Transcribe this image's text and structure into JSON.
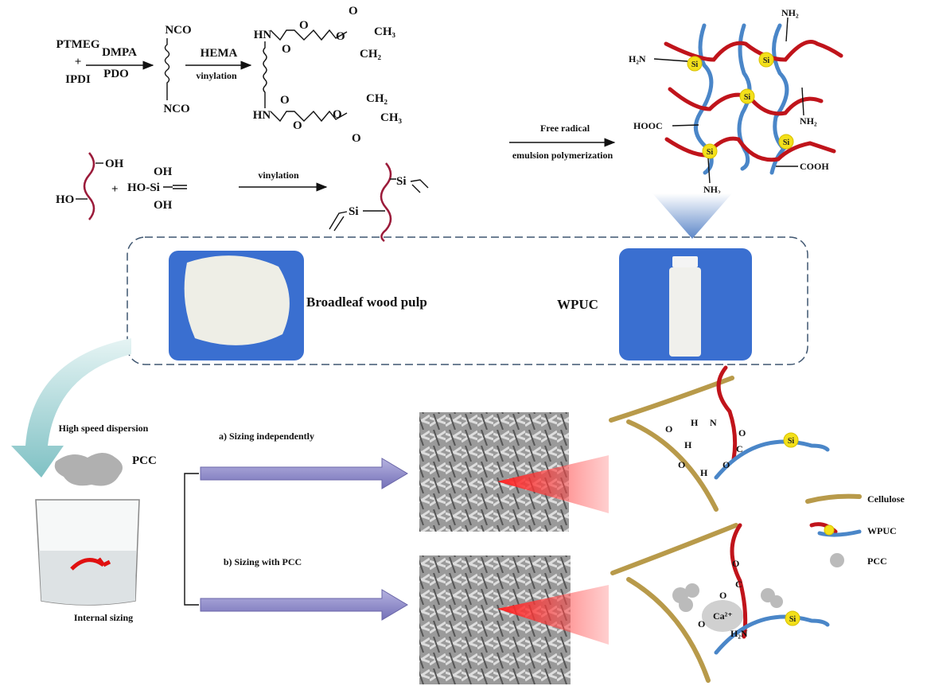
{
  "scheme": {
    "reactant1": "PTMEG",
    "plus": "+",
    "reactant2": "IPDI",
    "step1_top": "DMPA",
    "step1_bottom": "PDO",
    "nco": "NCO",
    "step2_top": "HEMA",
    "step2_bottom": "vinylation",
    "hn": "HN",
    "o": "O",
    "ch3": "CH₃",
    "ch2": "CH₂",
    "step3_top": "Free radical",
    "step3_bottom": "emulsion polymerization",
    "oh": "OH",
    "ho": "HO",
    "ho_si": "HO-Si",
    "vinylation": "vinylation",
    "si": "Si"
  },
  "network": {
    "nh2": "NH₂",
    "h2n": "H₂N",
    "hooc": "HOOC",
    "cooh": "COOH",
    "si": "Si"
  },
  "materials": {
    "pulp_label": "Broadleaf wood pulp",
    "wpuc_label": "WPUC"
  },
  "process": {
    "dispersion": "High speed dispersion",
    "pcc": "PCC",
    "internal_sizing": "Internal sizing",
    "route_a": "a) Sizing independently",
    "route_b": "b) Sizing with PCC"
  },
  "mechanism": {
    "o": "O",
    "h": "H",
    "n": "N",
    "c": "C",
    "ca": "Ca²⁺",
    "h2n": "H₂N"
  },
  "legend": {
    "cellulose": "Cellulose",
    "wpuc": "WPUC",
    "pcc": "PCC"
  },
  "colors": {
    "polymer_red": "#c0141b",
    "polymer_blue": "#4a86c8",
    "si_node": "#f3e01a",
    "cellulose": "#b89a4a",
    "arrow_purple": "#8a86c8",
    "photo_bg": "#3a6fd0"
  }
}
